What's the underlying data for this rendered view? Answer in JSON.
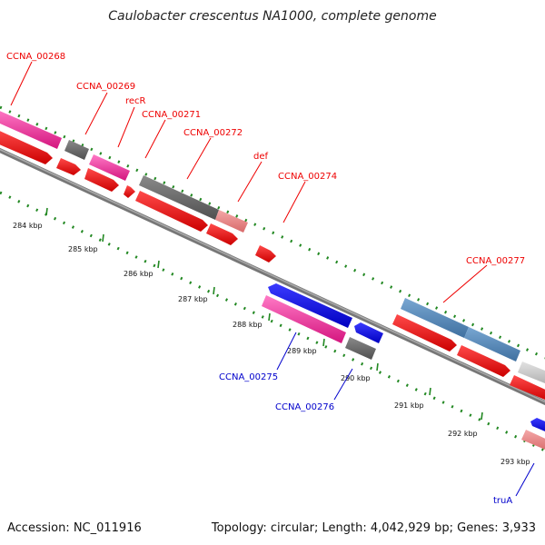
{
  "title": "Caulobacter crescentus NA1000, complete genome",
  "accession": "Accession: NC_011916",
  "summary": "Topology: circular; Length: 4,042,929 bp; Genes: 3,933",
  "colors": {
    "magenta": "#e91e8c",
    "gray": "#666666",
    "red": "#ee0000",
    "salmon": "#e88080",
    "steelblue": "#4a80b4",
    "lightgray": "#c8c8c8",
    "blue": "#0000ee",
    "backbone": "#888888",
    "tick": "#228822"
  },
  "tick_labels": [
    "284 kbp",
    "285 kbp",
    "286 kbp",
    "287 kbp",
    "288 kbp",
    "289 kbp",
    "290 kbp",
    "291 kbp",
    "292 kbp",
    "293 kbp"
  ],
  "gene_labels_forward": [
    "CCNA_00268",
    "CCNA_00269",
    "recR",
    "CCNA_00271",
    "CCNA_00272",
    "def",
    "CCNA_00274",
    "CCNA_00277"
  ],
  "gene_labels_reverse": [
    "CCNA_00275",
    "CCNA_00276",
    "truA"
  ]
}
